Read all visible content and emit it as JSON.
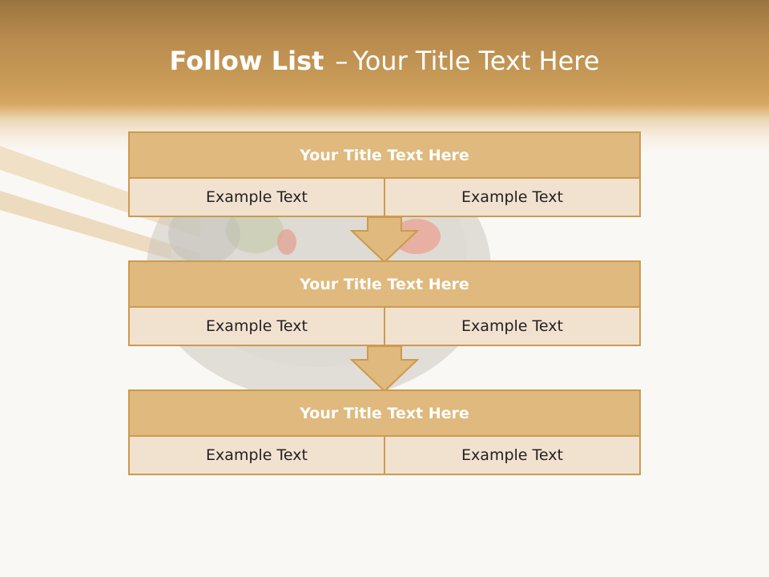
{
  "slide": {
    "title_bold": "Follow List",
    "title_separator": "–",
    "title_rest": "Your Title Text Here"
  },
  "steps": [
    {
      "title": "Your Title Text Here",
      "left": "Example Text",
      "right": "Example Text"
    },
    {
      "title": "Your Title Text Here",
      "left": "Example Text",
      "right": "Example Text"
    },
    {
      "title": "Your Title Text Here",
      "left": "Example Text",
      "right": "Example Text"
    }
  ],
  "colors": {
    "header_band": "#cb9d59",
    "step_title_fill": "#dfb97d",
    "step_cell_fill": "#f1e1cf",
    "border_arrow": "#cc9a4f",
    "background": "#faf8f4"
  },
  "images": {
    "background_photo": "sushi-roll-with-chopsticks"
  }
}
